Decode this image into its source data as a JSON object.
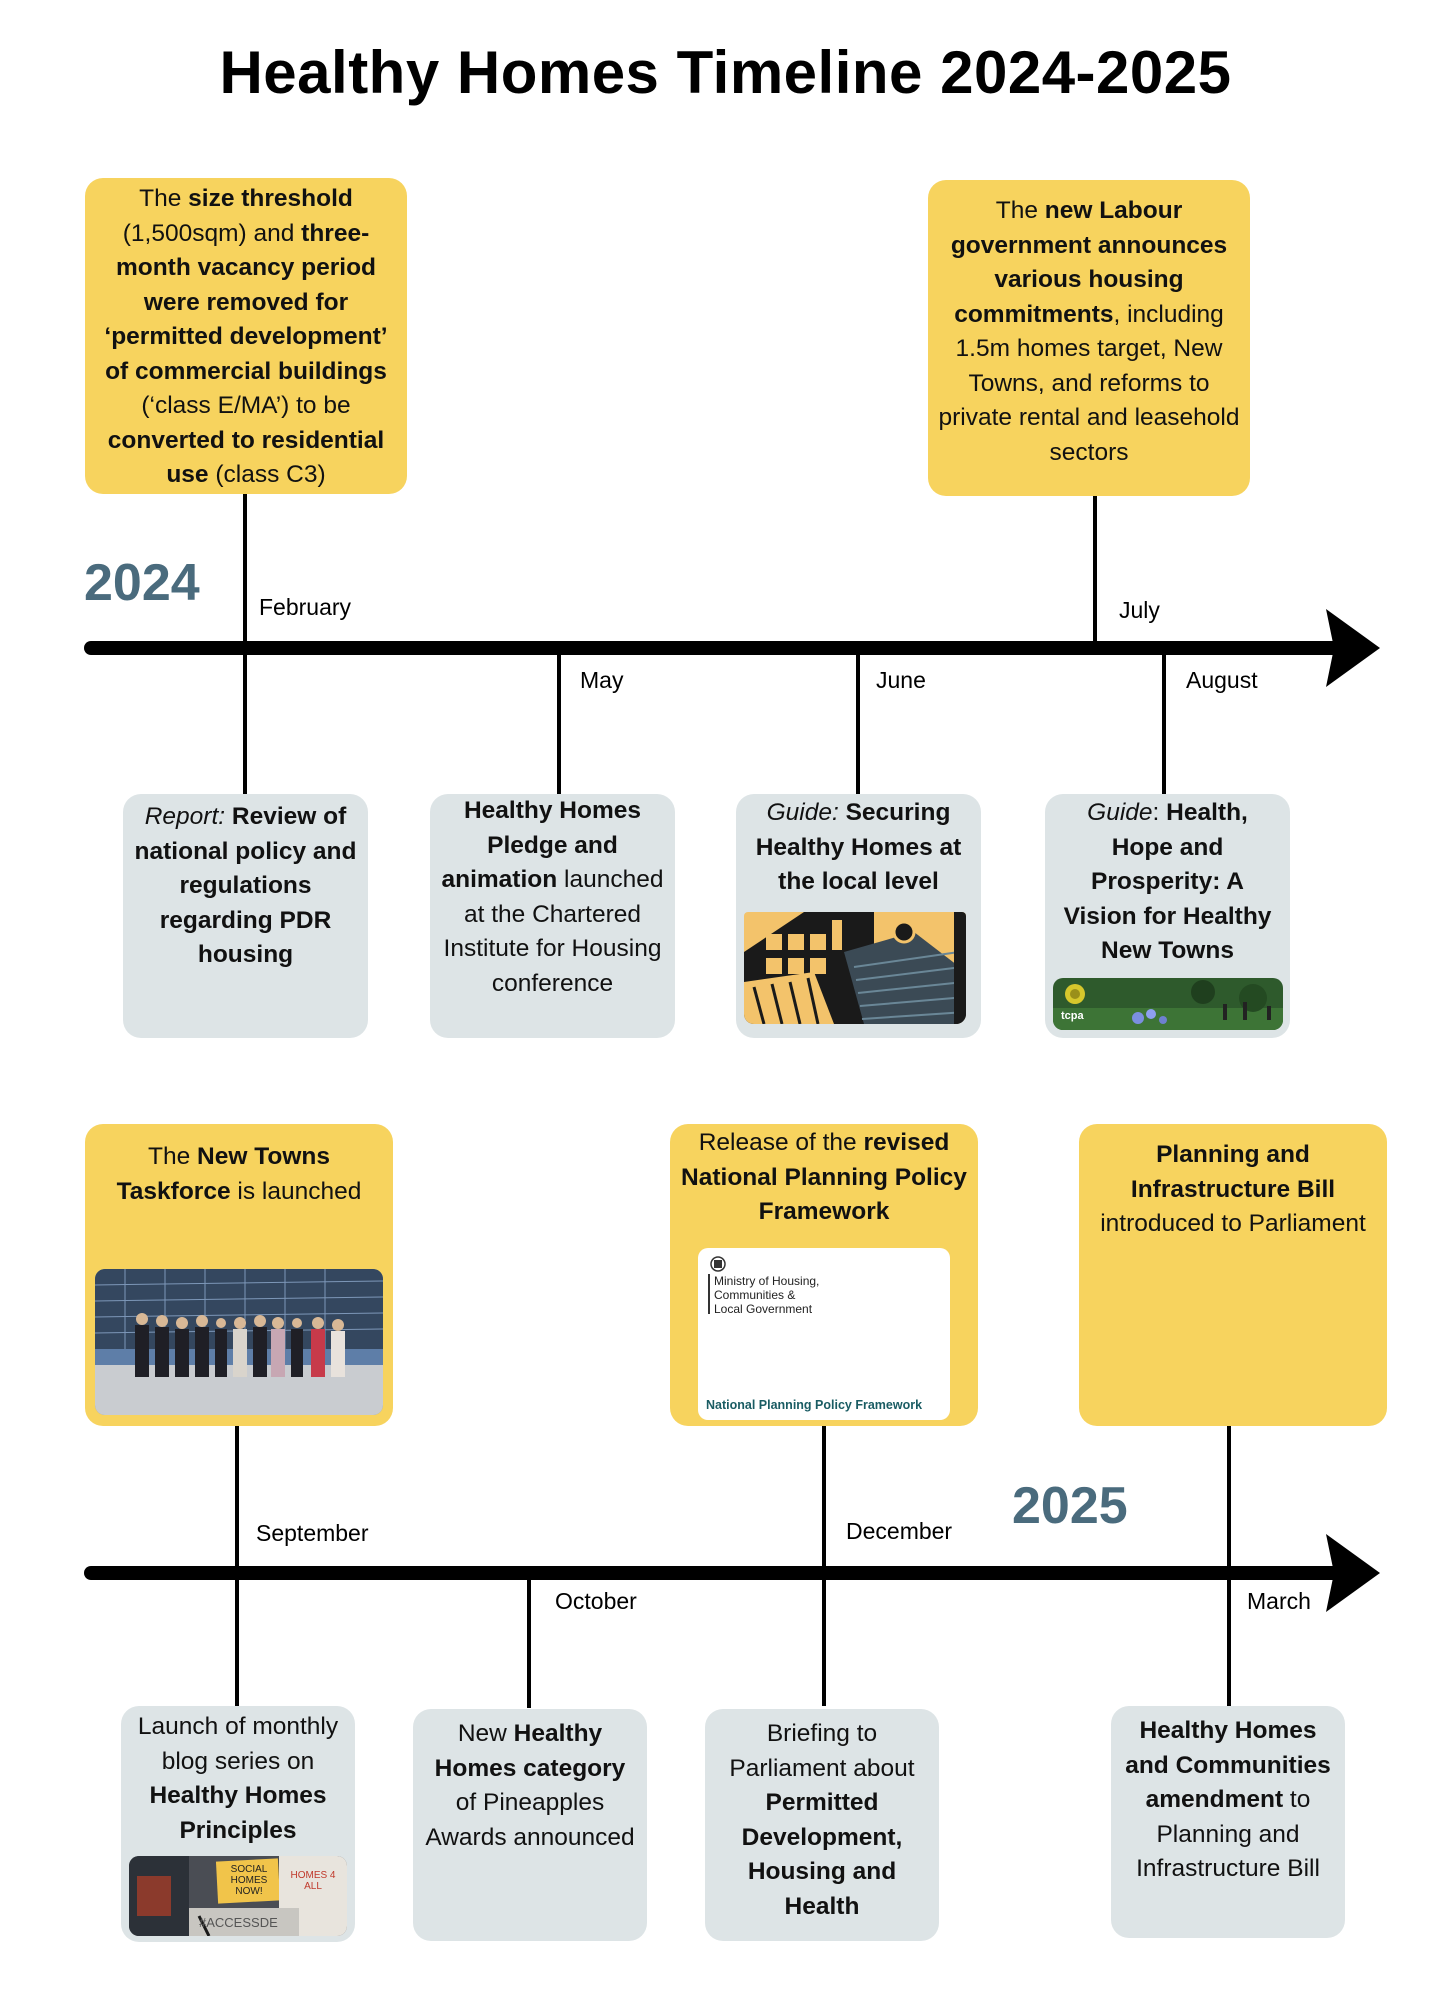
{
  "title": "Healthy Homes Timeline 2024-2025",
  "years": {
    "first": "2024",
    "second": "2025"
  },
  "months": {
    "feb": "February",
    "may": "May",
    "june": "June",
    "july": "July",
    "august": "August",
    "september": "September",
    "october": "October",
    "december": "December",
    "march": "March"
  },
  "events": {
    "feb_top": {
      "p1": "The ",
      "b1": "size threshold",
      "p2": " (1,500sqm) and ",
      "b2": "three-month vacancy period were removed for ‘permitted development’ of commercial buildings",
      "p3": " (‘class E/MA’) to be ",
      "b3": "converted to residential use",
      "p4": " (class C3)"
    },
    "july_top": {
      "p1": "The ",
      "b1": "new Labour government announces various housing commitments",
      "p2": ", including 1.5m homes target, New Towns, and reforms to private rental and leasehold sectors"
    },
    "feb_bottom": {
      "i1": "Report:",
      "b1": " Review of national policy and regulations regarding PDR housing"
    },
    "may_bottom": {
      "b1": "Healthy Homes Pledge and animation",
      "p1": " launched at the Chartered Institute for Housing conference"
    },
    "june_bottom": {
      "i1": "Guide:",
      "b1": " Securing Healthy Homes at the local level"
    },
    "august_bottom": {
      "i1": "Guide",
      "p1": ": ",
      "b1": "Health, Hope and Prosperity: A Vision for Healthy New Towns",
      "logo": "tcpa"
    },
    "sep_top": {
      "p1": "The ",
      "b1": "New Towns Taskforce",
      "p2": " is launched"
    },
    "dec_top": {
      "p1": "Release of the ",
      "b1": "revised National Planning Policy Framework",
      "doc_org_l1": "Ministry of Housing,",
      "doc_org_l2": "Communities &",
      "doc_org_l3": "Local Government",
      "doc_title": "National Planning Policy Framework"
    },
    "mar_top": {
      "b1": "Planning and Infrastructure Bill",
      "p1": " introduced to Parliament"
    },
    "sep_bottom": {
      "p1": "Launch of monthly blog series on ",
      "b1": "Healthy Homes Principles",
      "sign1": "SOCIAL HOMES NOW!",
      "sign2": "HOMES 4 ALL",
      "sign3": "#ACCESSDE"
    },
    "oct_bottom": {
      "p1": "New ",
      "b1": "Healthy Homes category",
      "p2": " of Pineapples Awards announced"
    },
    "dec_bottom": {
      "p1": "Briefing to Parliament about ",
      "b1": "Permitted Development, Housing and Health"
    },
    "mar_bottom": {
      "b1": "Healthy Homes and Communities amendment",
      "p1": " to Planning and Infrastructure Bill"
    }
  },
  "colors": {
    "highlight": "#f7d35e",
    "card": "#dde4e6",
    "year": "#4a6b7d",
    "line": "#000000"
  }
}
